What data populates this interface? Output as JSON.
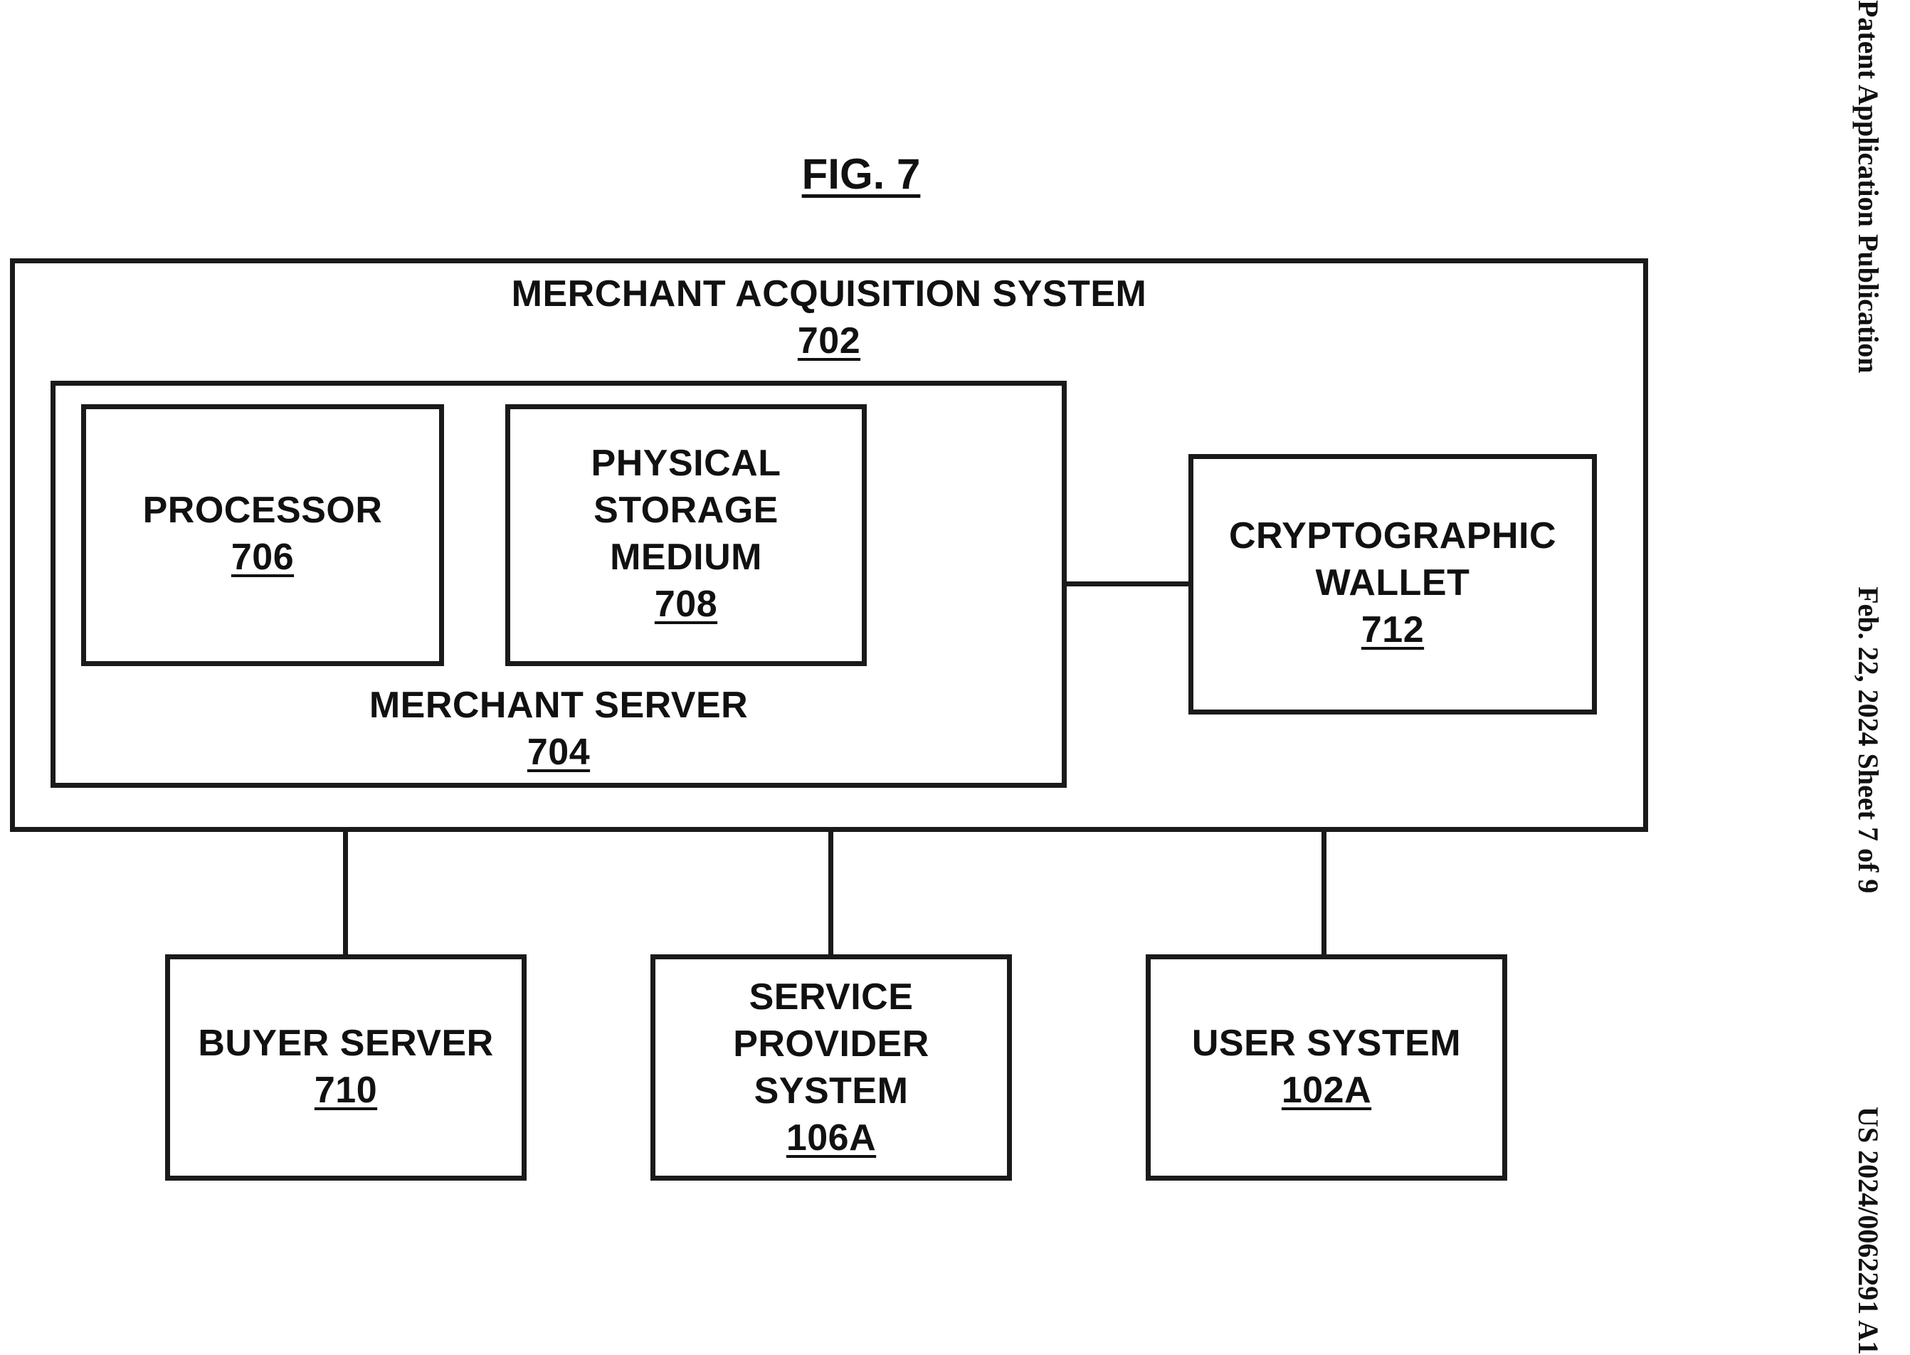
{
  "header": {
    "publication": "Patent Application Publication",
    "date_sheet": "Feb. 22, 2024  Sheet 7 of 9",
    "number": "US 2024/0062291 A1"
  },
  "figure": {
    "title": "FIG. 7"
  },
  "nodes": {
    "merchant_acquisition_system": {
      "lines": [
        "MERCHANT ACQUISITION SYSTEM"
      ],
      "ref": "702"
    },
    "merchant_server": {
      "lines": [
        "MERCHANT SERVER"
      ],
      "ref": "704"
    },
    "processor": {
      "lines": [
        "PROCESSOR"
      ],
      "ref": "706"
    },
    "physical_storage_medium": {
      "lines": [
        "PHYSICAL",
        "STORAGE",
        "MEDIUM"
      ],
      "ref": "708"
    },
    "cryptographic_wallet": {
      "lines": [
        "CRYPTOGRAPHIC",
        "WALLET"
      ],
      "ref": "712"
    },
    "buyer_server": {
      "lines": [
        "BUYER SERVER"
      ],
      "ref": "710"
    },
    "service_provider_system": {
      "lines": [
        "SERVICE",
        "PROVIDER",
        "SYSTEM"
      ],
      "ref": "106A"
    },
    "user_system": {
      "lines": [
        "USER SYSTEM"
      ],
      "ref": "102A"
    }
  }
}
